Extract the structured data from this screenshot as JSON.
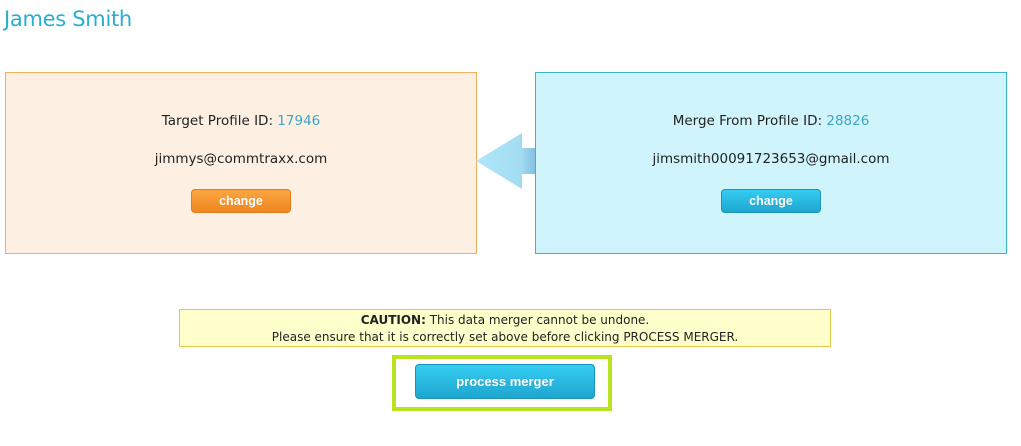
{
  "header": {
    "title": "James Smith"
  },
  "target_profile": {
    "label": "Target Profile ID:",
    "id": "17946",
    "email": "jimmys@commtraxx.com",
    "change_label": "change"
  },
  "merge_arrow": {
    "icon": "arrow-left-icon",
    "direction": "left"
  },
  "source_profile": {
    "label": "Merge From Profile ID:",
    "id": "28826",
    "email": "jimsmith00091723653@gmail.com",
    "change_label": "change"
  },
  "caution": {
    "strong": "CAUTION:",
    "line1": "This data merger cannot be undone.",
    "line2": "Please ensure that it is correctly set above before clicking PROCESS MERGER."
  },
  "actions": {
    "process_label": "process merger"
  },
  "colors": {
    "title": "#29aed0",
    "id_link": "#3aa7c9",
    "target_bg": "#fdf0e3",
    "source_bg": "#cff4fc",
    "orange_button": "#f39530",
    "blue_button": "#28b9e1",
    "caution_bg": "#ffffcc",
    "highlight": "#b7e41e"
  }
}
